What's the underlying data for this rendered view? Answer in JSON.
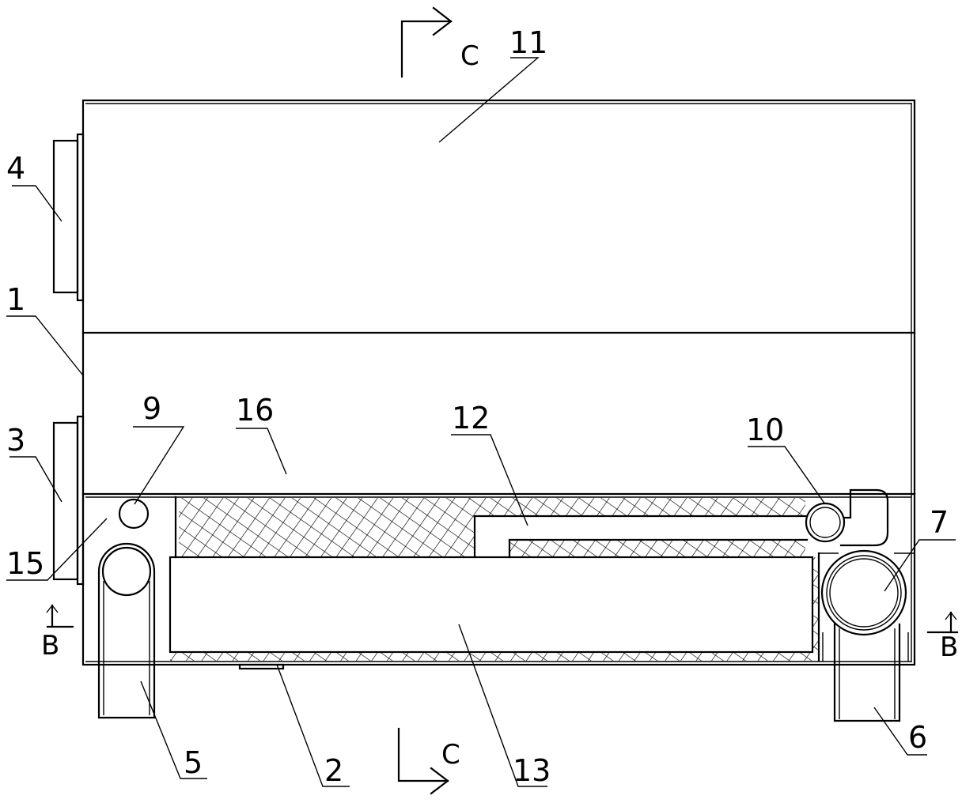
{
  "labels": {
    "l1": "1",
    "l2": "2",
    "l3": "3",
    "l4": "4",
    "l5": "5",
    "l6": "6",
    "l7": "7",
    "l9": "9",
    "l10": "10",
    "l11": "11",
    "l12": "12",
    "l13": "13",
    "l15": "15",
    "l16": "16"
  },
  "sections": {
    "c_top": "C",
    "c_bottom": "C",
    "b_left": "B",
    "b_right": "B"
  }
}
